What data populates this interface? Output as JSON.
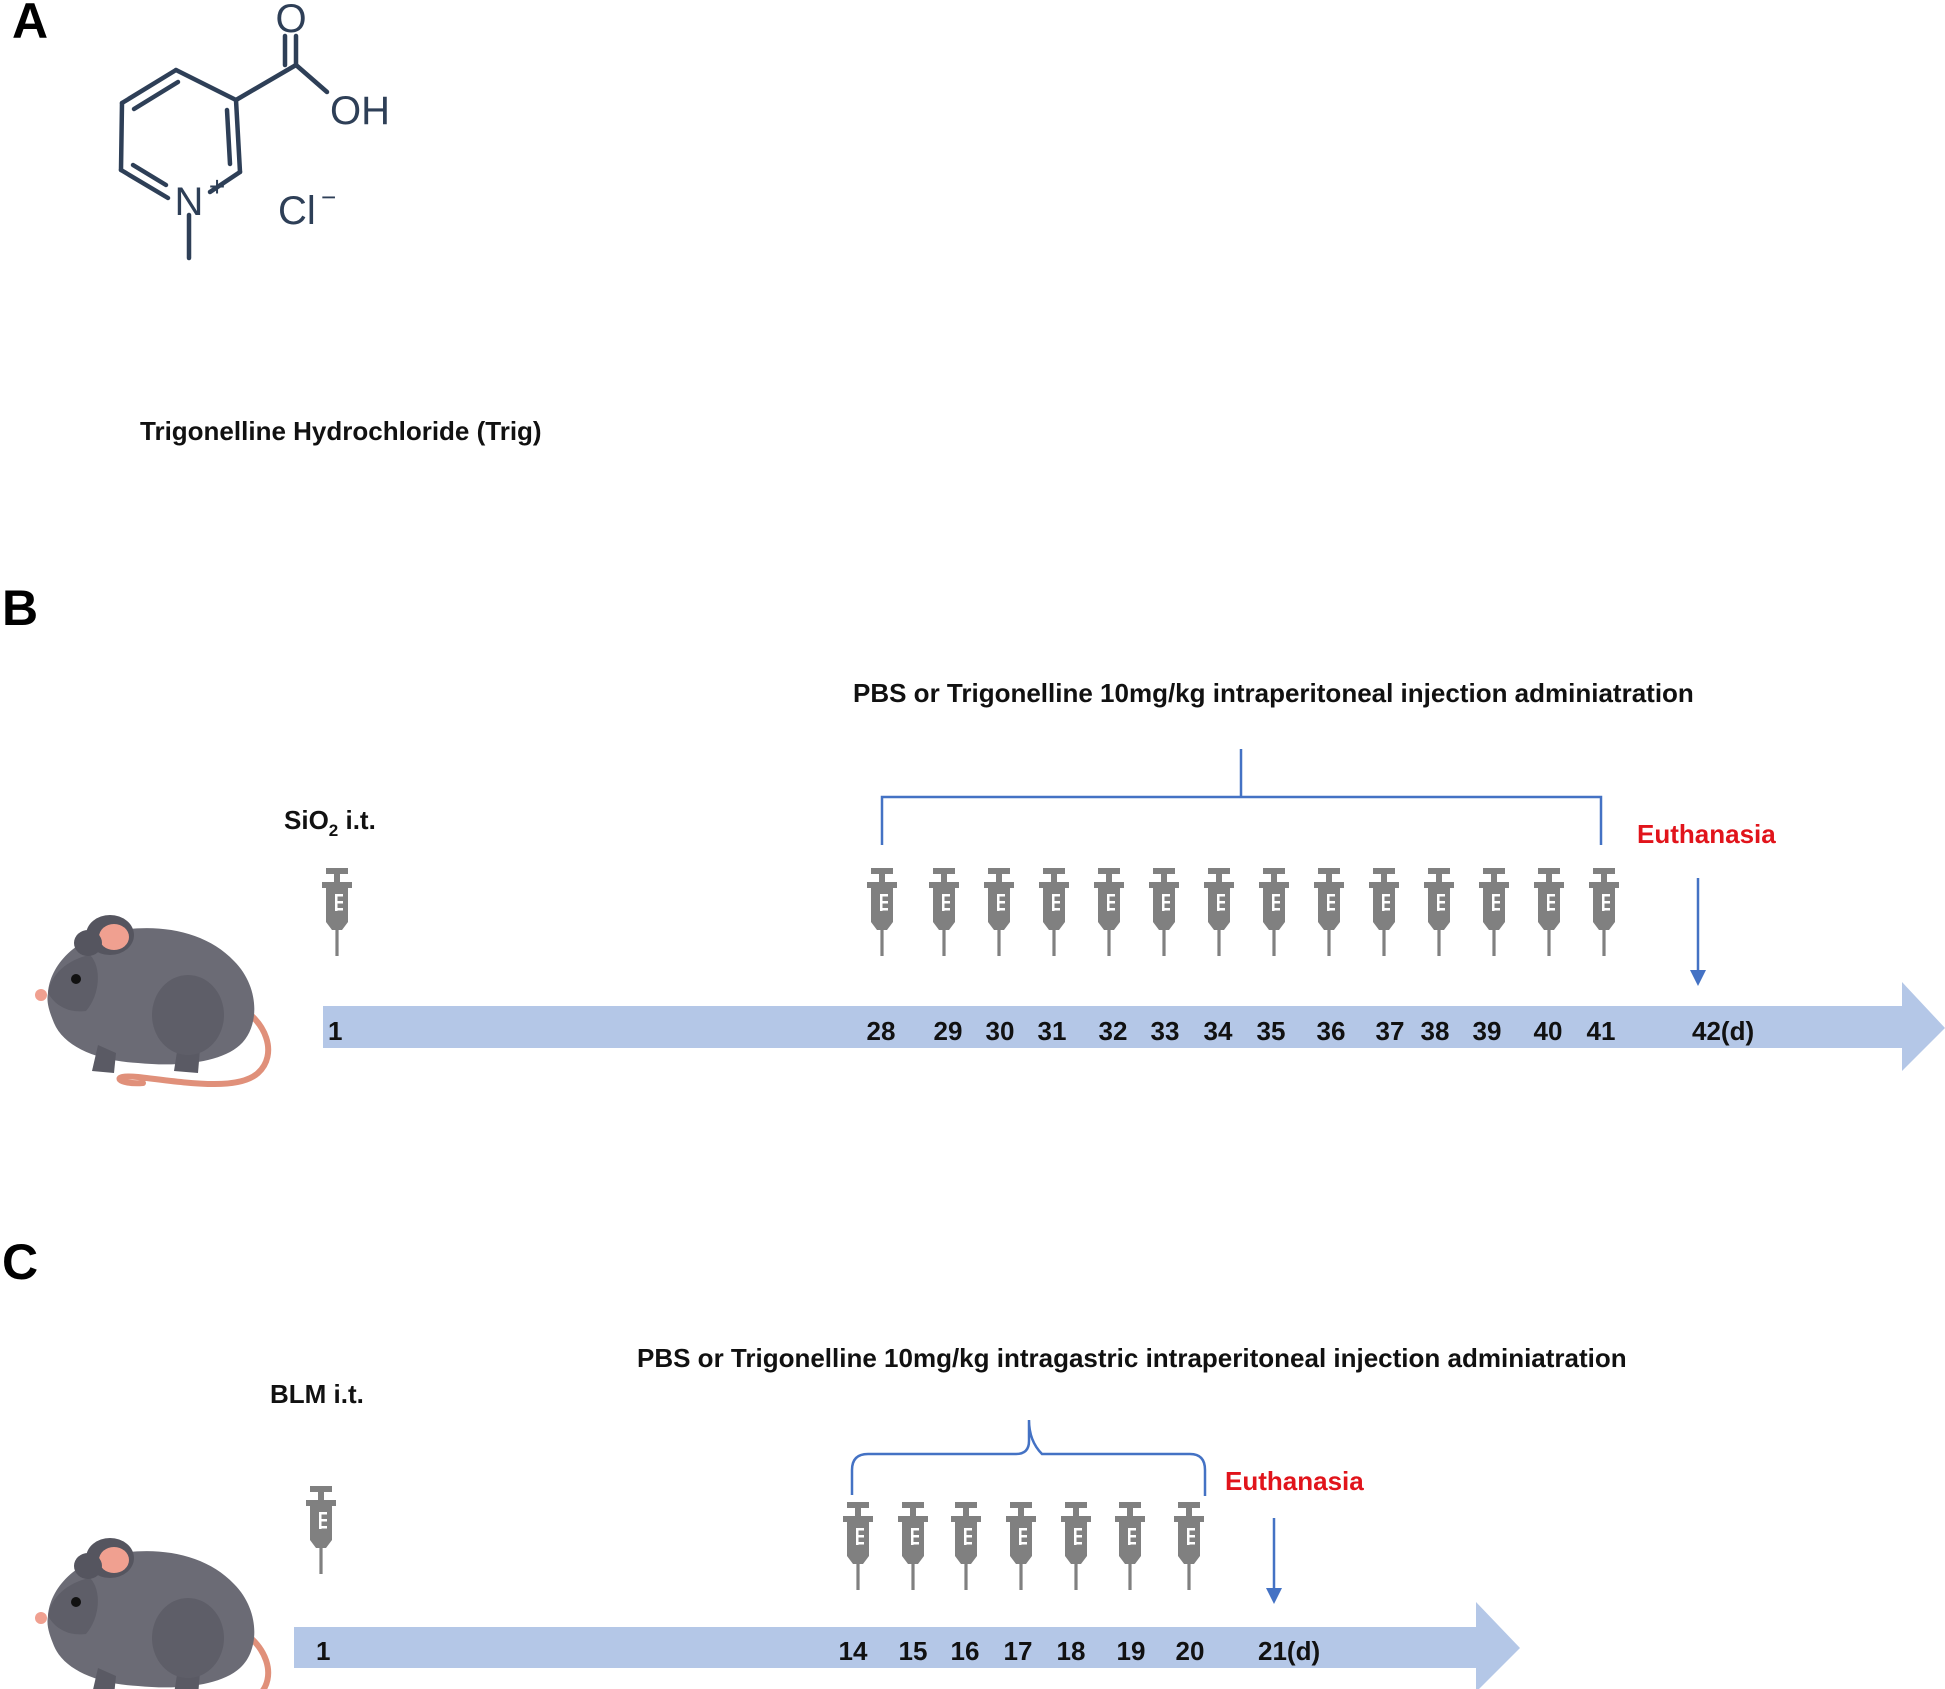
{
  "panel_a": {
    "letter": "A",
    "atom_o": "O",
    "atom_oh": "OH",
    "atom_n": "N",
    "charge_plus": "+",
    "counter_ion": "Cl",
    "charge_minus": "−",
    "compound_name": "Trigonelline Hydrochloride  (Trig)"
  },
  "panel_b": {
    "letter": "B",
    "treatment_title": "PBS or Trigonelline 10mg/kg  intraperitoneal injection adminiatration",
    "induction_prefix": "SiO",
    "induction_subscript": "2",
    "induction_suffix": " i.t.",
    "endpoint_label": "Euthanasia",
    "start_day": "1",
    "end_day": "42(d)",
    "injection_days": [
      "28",
      "29",
      "30",
      "31",
      "32",
      "33",
      "34",
      "35",
      "36",
      "37",
      "38",
      "39",
      "40",
      "41"
    ]
  },
  "panel_c": {
    "letter": "C",
    "treatment_title": "PBS or Trigonelline 10mg/kg intragastric intraperitoneal injection adminiatration",
    "induction_label": "BLM i.t.",
    "endpoint_label": "Euthanasia",
    "start_day": "1",
    "end_day": "21(d)",
    "injection_days": [
      "14",
      "15",
      "16",
      "17",
      "18",
      "19",
      "20"
    ]
  },
  "colors": {
    "timeline": "#b4c7e7",
    "bracket": "#4472c4",
    "syringe": "#808080",
    "euthanasia_text": "#e1141b",
    "mouse_body": "#6b6b75",
    "mouse_ear": "#f0a090",
    "mouse_tail": "#e0907a"
  }
}
